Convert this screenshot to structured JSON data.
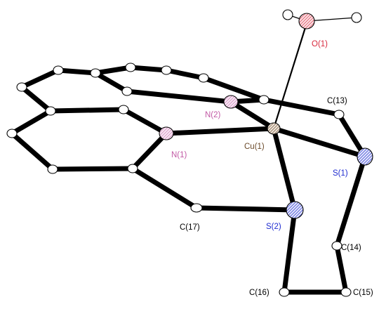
{
  "diagram": {
    "labels": {
      "O1": "O(1)",
      "N2": "N(2)",
      "C13": "C(13)",
      "Cu1": "Cu(1)",
      "N1": "N(1)",
      "S1": "S(1)",
      "C17": "C(17)",
      "S2": "S(2)",
      "C14": "C(14)",
      "C16": "C(16)",
      "C15": "C(15)"
    },
    "colors": {
      "O": "#d8283c",
      "N": "#c25aa5",
      "S": "#1e2bd0",
      "Cu": "#6b4a2a",
      "C": "#000000",
      "bond": "#000000"
    }
  }
}
